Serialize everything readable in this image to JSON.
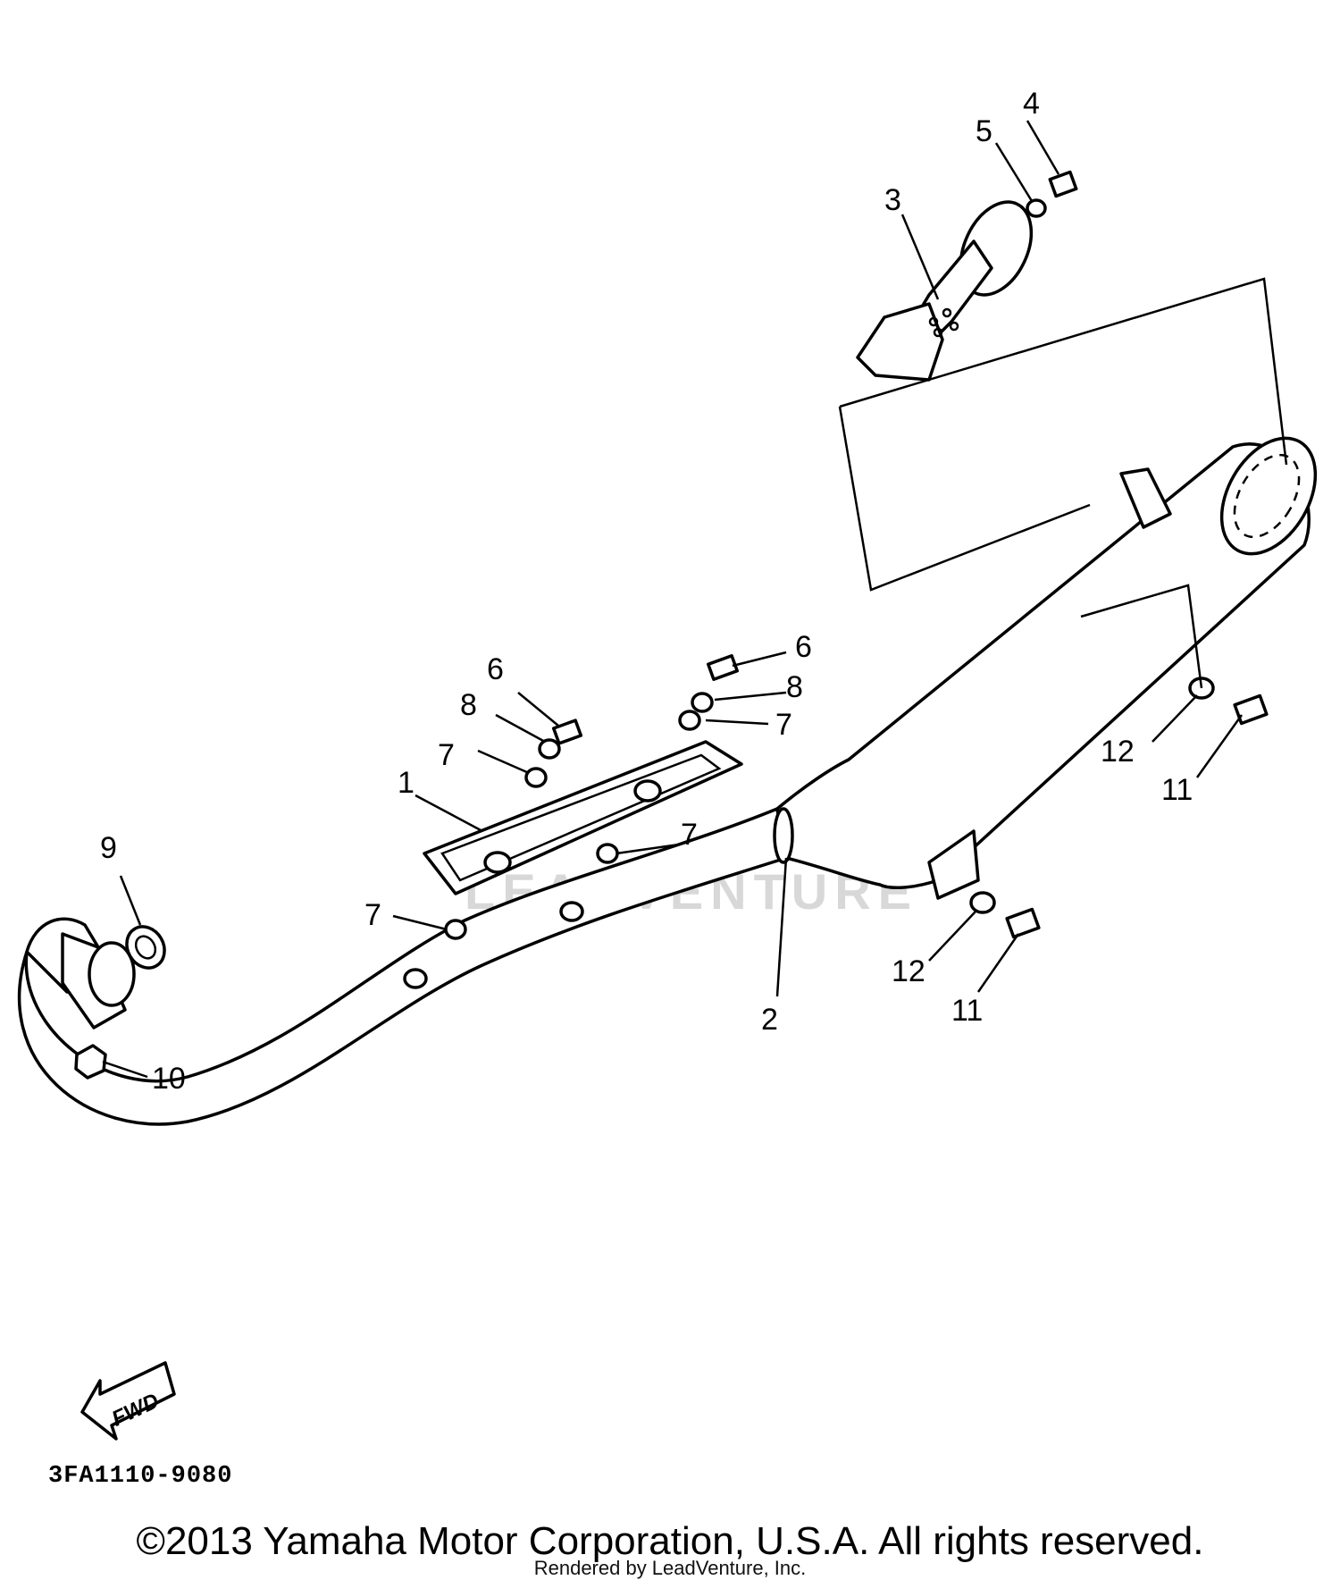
{
  "callouts": {
    "c1": "1",
    "c2": "2",
    "c3": "3",
    "c4": "4",
    "c5": "5",
    "c6": "6",
    "c7": "7",
    "c8": "8",
    "c9": "9",
    "c10": "10",
    "c11": "11",
    "c12": "12"
  },
  "fwd_label": "FWD",
  "diagram_code": "3FA1110-9080",
  "watermark": "LEADVENTURE",
  "copyright": "©2013 Yamaha Motor Corporation, U.S.A. All rights reserved.",
  "rendered_by": "Rendered by LeadVenture, Inc."
}
